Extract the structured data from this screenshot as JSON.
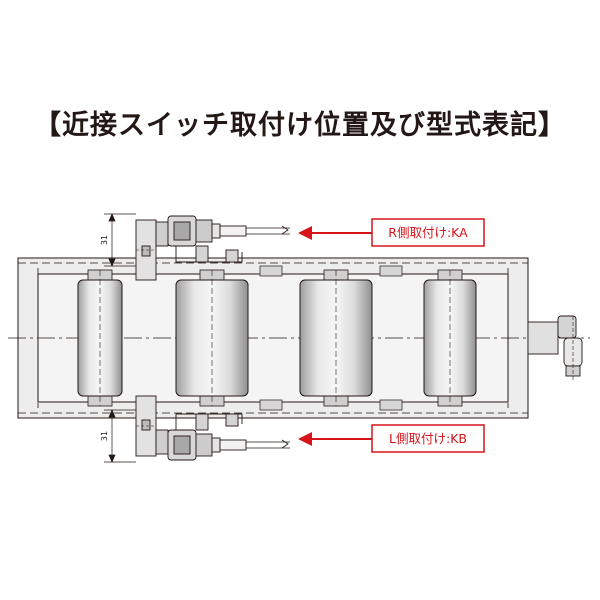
{
  "title": "【近接スイッチ取付け位置及び型式表記】",
  "labels": {
    "right": "R側取付け:KA",
    "left": "L側取付け:KB"
  },
  "dimensions": {
    "top": "31",
    "bottom": "31"
  },
  "colors": {
    "accent": "#d7141a",
    "line": "#231815",
    "fill": "#e6e6e6",
    "fill_dark": "#bcbcbc"
  }
}
